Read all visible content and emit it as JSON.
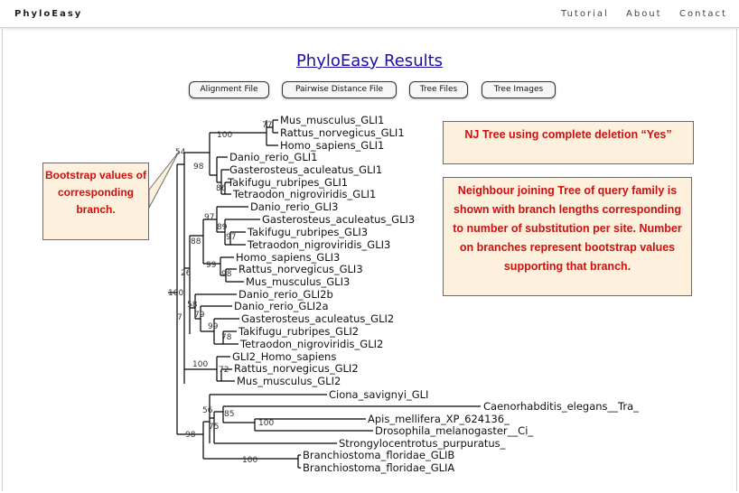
{
  "brand": "PhyloEasy",
  "nav": {
    "tutorial": "Tutorial",
    "about": "About",
    "contact": "Contact"
  },
  "page_title": "PhyloEasy Results",
  "buttons": {
    "alignment": "Alignment File",
    "pairwise": "Pairwise Distance File",
    "tree_files": "Tree Files",
    "tree_images": "Tree Images"
  },
  "callout": "Bootstrap values of corresponding branch.",
  "note_title": "NJ Tree using complete deletion “Yes”",
  "note_desc": "Neighbour joining Tree of query family is shown with branch lengths corresponding to number of substitution per site. Number on branches represent bootstrap values supporting that branch.",
  "colors": {
    "callout_text": "#cc1010",
    "box_fill": "#fdf0dc",
    "link": "#1a0dab"
  },
  "tree": {
    "taxa": [
      "Mus_musculus_GLI1",
      "Rattus_norvegicus_GLI1",
      "Homo_sapiens_GLI1",
      "Danio_rerio_GLI1",
      "Gasterosteus_aculeatus_GLI1",
      "Takifugu_rubripes_GLI1",
      "Tetraodon_nigroviridis_GLI1",
      "Danio_rerio_GLI3",
      "Gasterosteus_aculeatus_GLI3",
      "Takifugu_rubripes_GLI3",
      "Tetraodon_nigroviridis_GLI3",
      "Homo_sapiens_GLI3",
      "Rattus_norvegicus_GLI3",
      "Mus_musculus_GLI3",
      "Danio_rerio_GLI2b",
      "Danio_rerio_GLI2a",
      "Gasterosteus_aculeatus_GLI2",
      "Takifugu_rubripes_GLI2",
      "Tetraodon_nigroviridis_GLI2",
      "GLI2_Homo_sapiens",
      "Rattus_norvegicus_GLI2",
      "Mus_musculus_GLI2",
      "Ciona_savignyi_GLI",
      "Caenorhabditis_elegans__Tra_",
      "Apis_mellifera_XP_624136_",
      "Drosophila_melanogaster__Ci_",
      "Strongylocentrotus_purpuratus_",
      "Branchiostoma_floridae_GLIB",
      "Branchiostoma_floridae_GLIA"
    ],
    "bootstrap": [
      "77",
      "100",
      "54",
      "98",
      "86",
      "97",
      "88",
      "89",
      "97",
      "26",
      "99",
      "98",
      "100",
      "58",
      "79",
      "99",
      "78",
      "7",
      "100",
      "72",
      "56",
      "85",
      "75",
      "100",
      "98",
      "100"
    ]
  }
}
